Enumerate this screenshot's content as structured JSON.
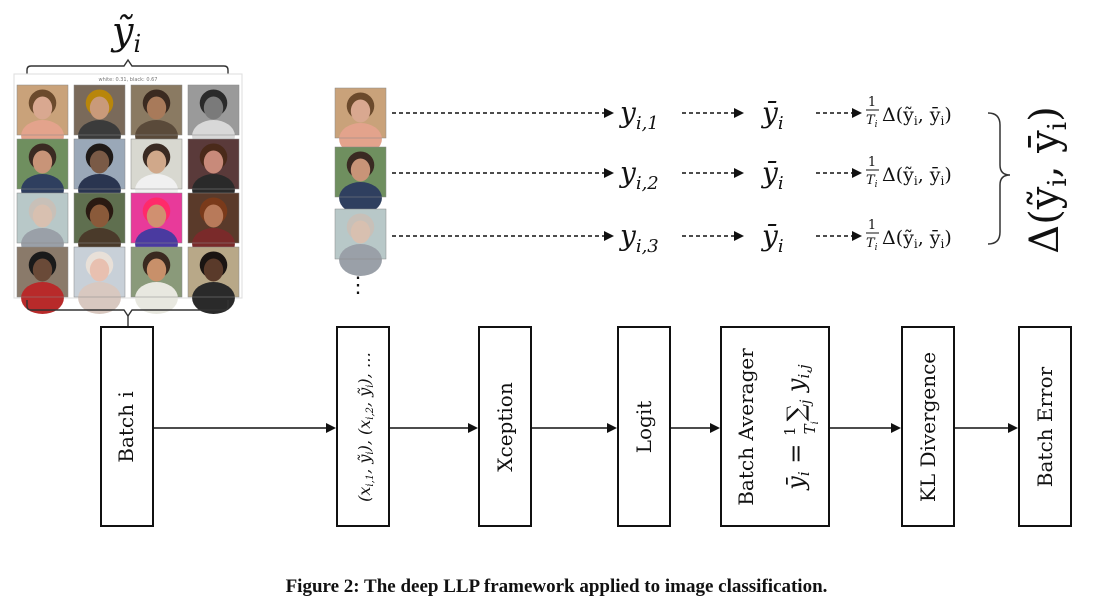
{
  "figure": {
    "caption": "Figure 2: The deep LLP framework applied to image classification."
  },
  "bag": {
    "label": "ỹ",
    "label_sub": "i",
    "grid_header": "white: 0.31, black: 0.67",
    "photo_tiles": [
      {
        "hair": "#6b4a2c",
        "skin": "#d9a890",
        "bg": "#c9a27a",
        "shirt": "#e3a38c"
      },
      {
        "hair": "#b8860b",
        "skin": "#c99a7a",
        "bg": "#7a6a5a",
        "shirt": "#3b3b3b"
      },
      {
        "hair": "#3a2a20",
        "skin": "#a87a5a",
        "bg": "#8a7a62",
        "shirt": "#5a4a3a"
      },
      {
        "hair": "#2a2a2a",
        "skin": "#7a7a7a",
        "bg": "#9a9a9a",
        "shirt": "#d8d8d8"
      },
      {
        "hair": "#3a2a22",
        "skin": "#c89478",
        "bg": "#6f8f5f",
        "shirt": "#2f3f5f"
      },
      {
        "hair": "#1f1a18",
        "skin": "#7a5a46",
        "bg": "#9aa8b8",
        "shirt": "#2a3550"
      },
      {
        "hair": "#3a2a22",
        "skin": "#d0a88a",
        "bg": "#d8d8d0",
        "shirt": "#f0f0f0"
      },
      {
        "hair": "#4a2a1a",
        "skin": "#c88a7a",
        "bg": "#5a3a3a",
        "shirt": "#2a2a2a"
      },
      {
        "hair": "#c8c0b8",
        "skin": "#d8c0b0",
        "bg": "#b8c8c8",
        "shirt": "#9aa0a8"
      },
      {
        "hair": "#2a1a12",
        "skin": "#8a5a3a",
        "bg": "#5f6f4f",
        "shirt": "#4a3a2a"
      },
      {
        "hair": "#ff2a6a",
        "skin": "#d09070",
        "bg": "#e83a9a",
        "shirt": "#4a3aa0"
      },
      {
        "hair": "#7a3a1a",
        "skin": "#b87a5a",
        "bg": "#5a3a2a",
        "shirt": "#7a2a2a"
      },
      {
        "hair": "#1a1a1a",
        "skin": "#6a4a38",
        "bg": "#8a7a6a",
        "shirt": "#b82a2a"
      },
      {
        "hair": "#e8e0d8",
        "skin": "#e8c0b0",
        "bg": "#c8d0d8",
        "shirt": "#d8c8c0"
      },
      {
        "hair": "#3a2a20",
        "skin": "#c8906a",
        "bg": "#8a9a7a",
        "shirt": "#e8e8e0"
      },
      {
        "hair": "#1a1412",
        "skin": "#5a3a2a",
        "bg": "#b8a888",
        "shirt": "#2a2a2a"
      }
    ],
    "row_tiles": [
      {
        "hair": "#6b4a2c",
        "skin": "#d9a890",
        "bg": "#c9a27a",
        "shirt": "#e3a38c"
      },
      {
        "hair": "#3a2a22",
        "skin": "#c89478",
        "bg": "#6f8f5f",
        "shirt": "#2f3f5f"
      },
      {
        "hair": "#c8c0b8",
        "skin": "#d8c0b0",
        "bg": "#b8c8c8",
        "shirt": "#9aa0a8"
      }
    ],
    "ellipsis": "⋮"
  },
  "rows": [
    {
      "pred": "y",
      "pred_sub": "i,1",
      "mean": "ȳ",
      "mean_sub": "i",
      "loss_frac_num": "1",
      "loss_frac_den": "T",
      "loss_frac_den_sub": "i",
      "loss_body": "Δ(ỹ",
      "loss_sub1": "i",
      "loss_mid": ", ȳ",
      "loss_sub2": "i",
      "loss_end": ")"
    },
    {
      "pred": "y",
      "pred_sub": "i,2",
      "mean": "ȳ",
      "mean_sub": "i",
      "loss_frac_num": "1",
      "loss_frac_den": "T",
      "loss_frac_den_sub": "i",
      "loss_body": "Δ(ỹ",
      "loss_sub1": "i",
      "loss_mid": ", ȳ",
      "loss_sub2": "i",
      "loss_end": ")"
    },
    {
      "pred": "y",
      "pred_sub": "i,3",
      "mean": "ȳ",
      "mean_sub": "i",
      "loss_frac_num": "1",
      "loss_frac_den": "T",
      "loss_frac_den_sub": "i",
      "loss_body": "Δ(ỹ",
      "loss_sub1": "i",
      "loss_mid": ", ȳ",
      "loss_sub2": "i",
      "loss_end": ")"
    }
  ],
  "total_loss": {
    "body": "Δ(ỹ",
    "sub1": "i",
    "mid": ", ȳ",
    "sub2": "i",
    "end": ")"
  },
  "pipeline": [
    {
      "name": "batch",
      "label": "Batch i"
    },
    {
      "name": "pairs",
      "label": "(x",
      "sub1": "i,1",
      "mid1": ", ỹ",
      "sub2": "i",
      "mid2": "), (x",
      "sub3": "i,2",
      "mid3": ", ỹ",
      "sub4": "i",
      "end": "), …"
    },
    {
      "name": "xception",
      "label": "Xception"
    },
    {
      "name": "logit",
      "label": "Logit"
    },
    {
      "name": "batch-averager",
      "label": "Batch Averager",
      "formula_lhs": "ȳ",
      "formula_lhs_sub": "i",
      "formula_eq": " = ",
      "formula_num": "1",
      "formula_den": "T",
      "formula_den_sub": "i",
      "formula_sum": "∑",
      "formula_sum_sub": "j",
      "formula_y": " y",
      "formula_y_sub": "i,j"
    },
    {
      "name": "kl-divergence",
      "label": "KL Divergence"
    },
    {
      "name": "batch-error",
      "label": "Batch Error"
    }
  ]
}
